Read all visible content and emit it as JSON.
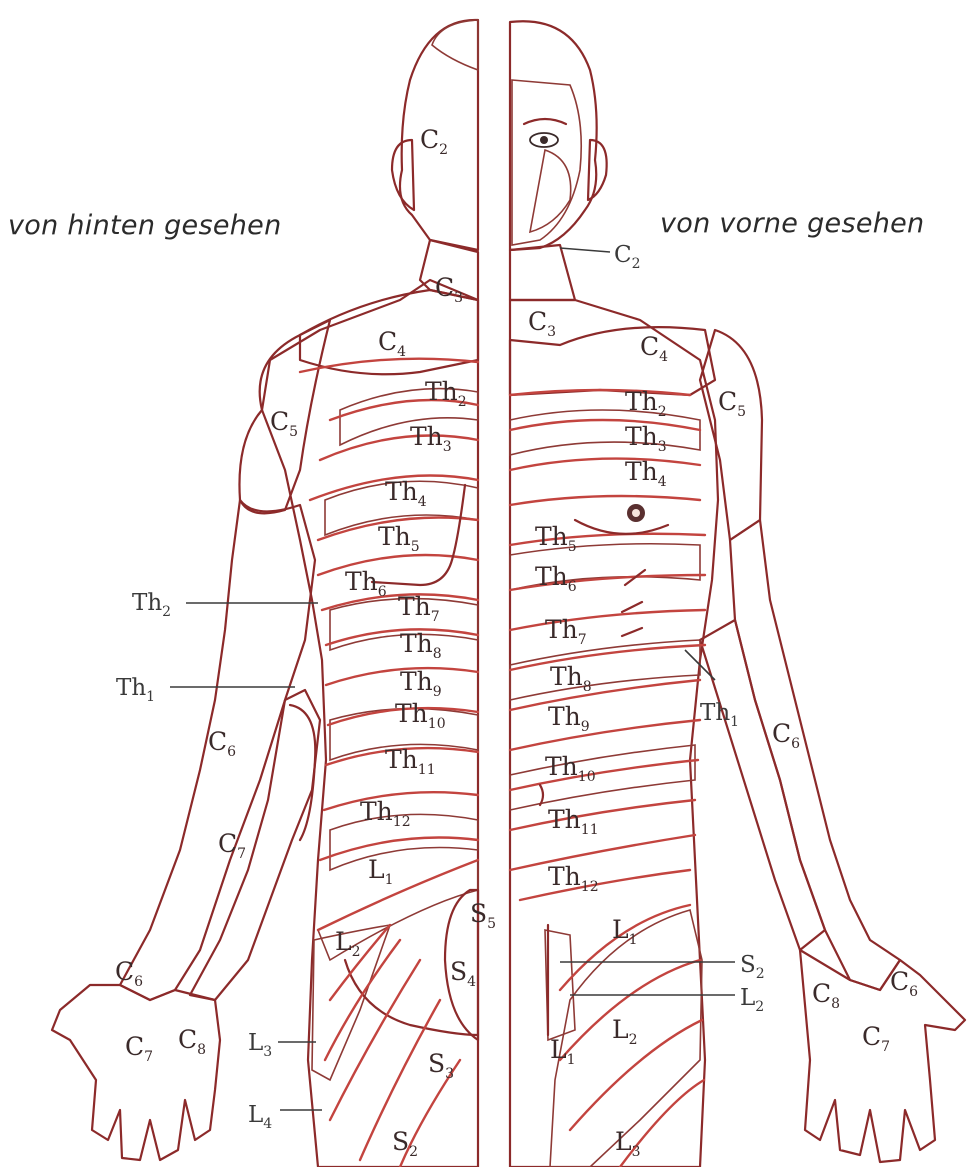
{
  "captions": {
    "back": "von hinten gesehen",
    "front": "von vorne gesehen"
  },
  "colors": {
    "skin": "#f6e4dc",
    "dermatome_red": "#e9a9a4",
    "dermatome_green": "#c6d9c2",
    "dermatome_grey": "#dedcd6",
    "line": "#c3443f",
    "outline": "#8c2a2a"
  },
  "back_labels": [
    {
      "base": "C",
      "sub": "2"
    },
    {
      "base": "C",
      "sub": "3"
    },
    {
      "base": "C",
      "sub": "4"
    },
    {
      "base": "C",
      "sub": "5"
    },
    {
      "base": "Th",
      "sub": "2"
    },
    {
      "base": "Th",
      "sub": "3"
    },
    {
      "base": "Th",
      "sub": "4"
    },
    {
      "base": "Th",
      "sub": "5"
    },
    {
      "base": "Th",
      "sub": "6"
    },
    {
      "base": "Th",
      "sub": "7"
    },
    {
      "base": "Th",
      "sub": "8"
    },
    {
      "base": "Th",
      "sub": "9"
    },
    {
      "base": "Th",
      "sub": "10"
    },
    {
      "base": "Th",
      "sub": "11"
    },
    {
      "base": "Th",
      "sub": "12"
    },
    {
      "base": "L",
      "sub": "1"
    },
    {
      "base": "L",
      "sub": "2"
    },
    {
      "base": "S",
      "sub": "5"
    },
    {
      "base": "S",
      "sub": "4"
    },
    {
      "base": "S",
      "sub": "3"
    },
    {
      "base": "S",
      "sub": "2"
    },
    {
      "base": "C",
      "sub": "6"
    },
    {
      "base": "C",
      "sub": "7"
    },
    {
      "base": "C",
      "sub": "6"
    },
    {
      "base": "C",
      "sub": "7"
    },
    {
      "base": "C",
      "sub": "8"
    }
  ],
  "front_labels": [
    {
      "base": "C",
      "sub": "3"
    },
    {
      "base": "C",
      "sub": "4"
    },
    {
      "base": "C",
      "sub": "5"
    },
    {
      "base": "Th",
      "sub": "2"
    },
    {
      "base": "Th",
      "sub": "3"
    },
    {
      "base": "Th",
      "sub": "4"
    },
    {
      "base": "Th",
      "sub": "5"
    },
    {
      "base": "Th",
      "sub": "6"
    },
    {
      "base": "Th",
      "sub": "7"
    },
    {
      "base": "Th",
      "sub": "8"
    },
    {
      "base": "Th",
      "sub": "9"
    },
    {
      "base": "Th",
      "sub": "10"
    },
    {
      "base": "Th",
      "sub": "11"
    },
    {
      "base": "Th",
      "sub": "12"
    },
    {
      "base": "L",
      "sub": "1"
    },
    {
      "base": "L",
      "sub": "2"
    },
    {
      "base": "L",
      "sub": "1"
    },
    {
      "base": "L",
      "sub": "3"
    },
    {
      "base": "C",
      "sub": "6"
    },
    {
      "base": "C",
      "sub": "6"
    },
    {
      "base": "C",
      "sub": "8"
    },
    {
      "base": "C",
      "sub": "7"
    }
  ],
  "callouts": [
    {
      "base": "C",
      "sub": "2"
    },
    {
      "base": "Th",
      "sub": "2"
    },
    {
      "base": "Th",
      "sub": "1"
    },
    {
      "base": "Th",
      "sub": "1"
    },
    {
      "base": "S",
      "sub": "2"
    },
    {
      "base": "L",
      "sub": "2"
    },
    {
      "base": "L",
      "sub": "3"
    },
    {
      "base": "L",
      "sub": "4"
    }
  ]
}
